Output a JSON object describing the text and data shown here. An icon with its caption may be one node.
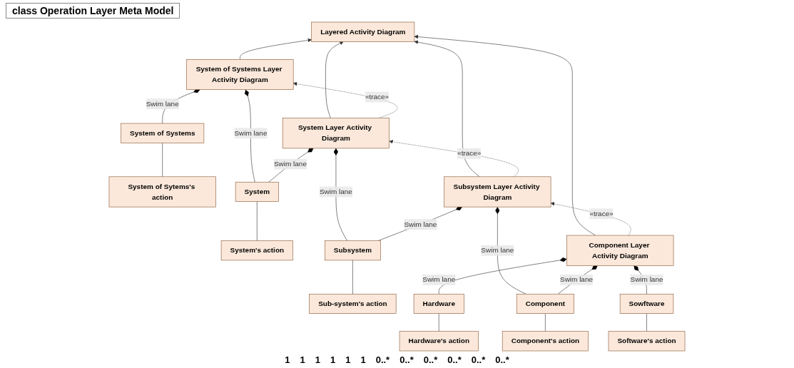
{
  "diagram": {
    "title": "class Operation Layer Meta Model",
    "nodes": [
      {
        "text": [
          "Layered Activity Diagram"
        ]
      },
      {
        "text": [
          "System of Systems Layer Activity Diagram"
        ]
      },
      {
        "text": [
          "System Layer Activity Diagram"
        ]
      },
      {
        "text": [
          "Subsystem Layer Activity Diagram"
        ]
      },
      {
        "text": [
          "Component Layer Activity Diagram"
        ]
      },
      {
        "text": [
          "System of Systems"
        ]
      },
      {
        "text": [
          "System"
        ]
      },
      {
        "text": [
          "Subsystem"
        ]
      },
      {
        "text": [
          "Component"
        ]
      },
      {
        "text": [
          "Hardware"
        ]
      },
      {
        "text": [
          "Sowftware"
        ]
      },
      {
        "text": [
          "System of Sytems's action"
        ]
      },
      {
        "text": [
          "System's action"
        ]
      },
      {
        "text": [
          "Sub-system's action"
        ]
      },
      {
        "text": [
          "Component's action"
        ]
      },
      {
        "text": [
          "Hardware's action"
        ]
      },
      {
        "text": [
          "Software's action"
        ]
      }
    ],
    "edges": [
      {
        "from": 1,
        "to": 0,
        "arrow": "to"
      },
      {
        "from": 2,
        "to": 0,
        "arrow": "to"
      },
      {
        "from": 3,
        "to": 0,
        "arrow": "to"
      },
      {
        "from": 4,
        "to": 0,
        "arrow": "to"
      },
      {
        "from": 2,
        "to": 1,
        "arrow": "to",
        "style": "dashed",
        "label": "«trace»"
      },
      {
        "from": 3,
        "to": 2,
        "arrow": "to",
        "style": "dashed",
        "label": "«trace»"
      },
      {
        "from": 4,
        "to": 3,
        "arrow": "to",
        "style": "dashed",
        "label": "«trace»"
      },
      {
        "from": 5,
        "to": 1,
        "arrow": "other",
        "label": "Swim lane"
      },
      {
        "from": 6,
        "to": 1,
        "arrow": "other",
        "label": "Swim lane"
      },
      {
        "from": 6,
        "to": 2,
        "arrow": "other",
        "label": "Swim lane"
      },
      {
        "from": 7,
        "to": 2,
        "arrow": "other",
        "label": "Swim lane"
      },
      {
        "from": 7,
        "to": 3,
        "arrow": "other",
        "label": "Swim lane"
      },
      {
        "from": 8,
        "to": 3,
        "arrow": "other",
        "label": "Swim lane"
      },
      {
        "from": 8,
        "to": 4,
        "arrow": "other",
        "label": "Swim lane"
      },
      {
        "from": 9,
        "to": 4,
        "arrow": "other",
        "label": "Swim lane"
      },
      {
        "from": 10,
        "to": 4,
        "arrow": "other",
        "label": "Swim lane"
      },
      {
        "from": 11,
        "to": 5,
        "arrow": "none"
      },
      {
        "from": 12,
        "to": 6,
        "arrow": "none"
      },
      {
        "from": 13,
        "to": 7,
        "arrow": "none"
      },
      {
        "from": 14,
        "to": 8,
        "arrow": "none"
      },
      {
        "from": 15,
        "to": 9,
        "arrow": "none"
      },
      {
        "from": 16,
        "to": 10,
        "arrow": "none"
      }
    ],
    "labels": [
      "1",
      "1",
      "1",
      "1",
      "1",
      "1",
      "0..*",
      "0..*",
      "0..*",
      "0..*",
      "0..*",
      "0..*"
    ]
  }
}
